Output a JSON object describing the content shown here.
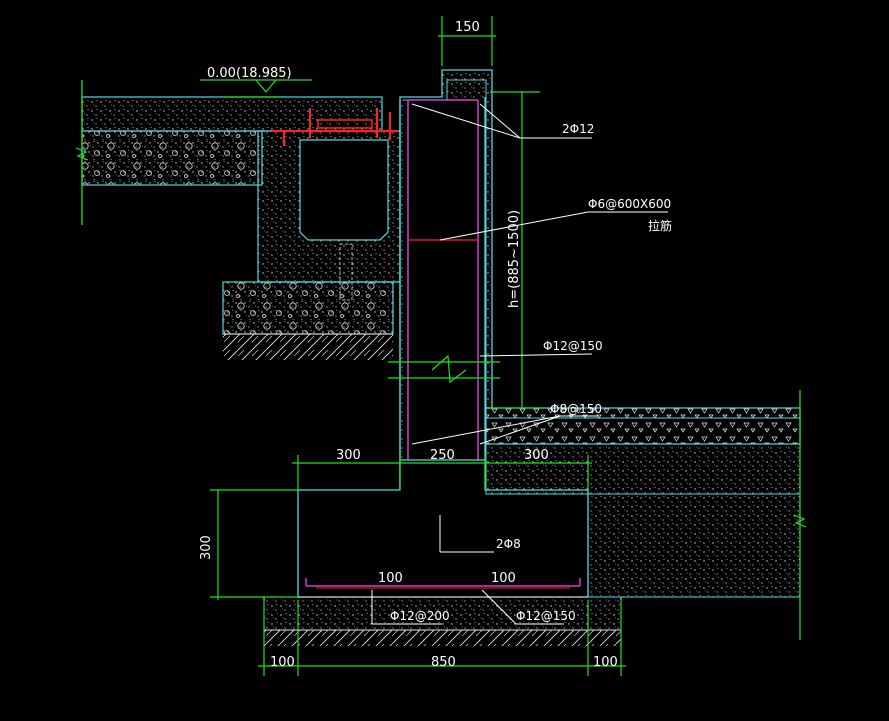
{
  "drawing": {
    "colors": {
      "background": "#000000",
      "outline": "#4fd6e0",
      "dimension": "#22e022",
      "rebar": "#d040d0",
      "highlight": "#ff2020",
      "text": "#ffffff",
      "hatch": "#e6e6e6"
    },
    "elevation_label": "0.00(18.985)",
    "dimensions": {
      "wall_top_width": "150",
      "wall_height": "h=(885~1500)",
      "toe_left": "300",
      "wall_thickness": "250",
      "heel_right": "300",
      "footing_height": "300",
      "cover_left": "100",
      "cover_right": "100",
      "pad_left": "100",
      "footing_width": "850",
      "pad_right": "100"
    },
    "rebar_labels": {
      "top_bars": "2Φ12",
      "tie_bars": "Φ6@600X600",
      "tie_note": "拉筋",
      "vertical_bars": "Φ12@150",
      "horizontal_bars": "Φ8@150",
      "footing_stirrups": "2Φ8",
      "footing_bottom": "Φ12@200",
      "footing_top": "Φ12@150"
    }
  }
}
